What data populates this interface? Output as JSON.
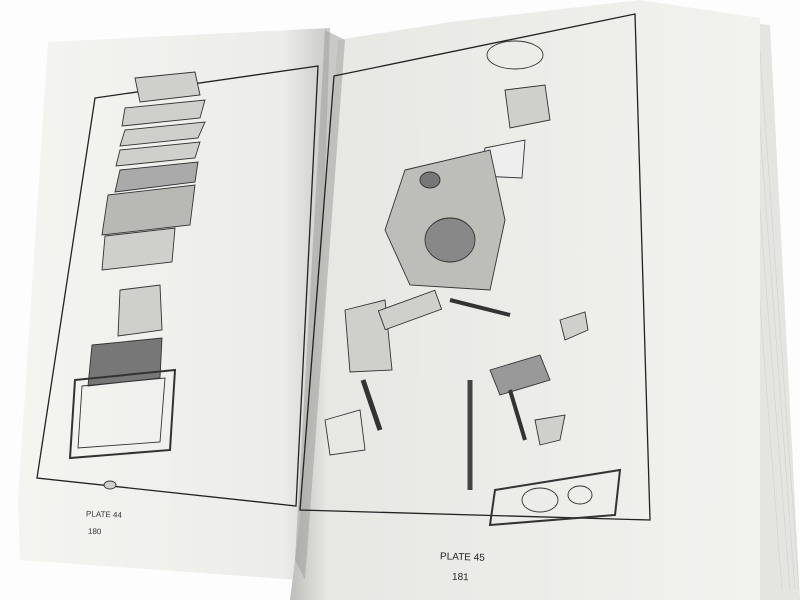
{
  "left_page": {
    "plate_label": "PLATE 44",
    "page_number": "180"
  },
  "right_page": {
    "plate_label": "PLATE 45",
    "page_number": "181"
  },
  "colors": {
    "paper": "#efefec",
    "ink": "#2a2a2a",
    "background": "#ffffff"
  }
}
